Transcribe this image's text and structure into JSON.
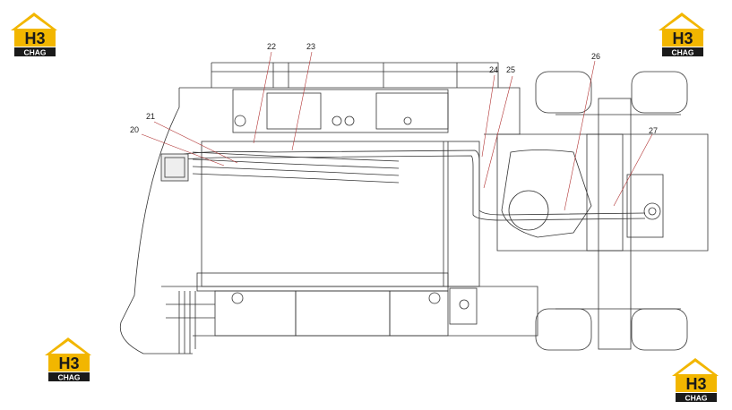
{
  "callouts": [
    {
      "id": "20",
      "label": "20"
    },
    {
      "id": "21",
      "label": "21"
    },
    {
      "id": "22",
      "label": "22"
    },
    {
      "id": "23",
      "label": "23"
    },
    {
      "id": "24",
      "label": "24"
    },
    {
      "id": "25",
      "label": "25"
    },
    {
      "id": "26",
      "label": "26"
    },
    {
      "id": "27",
      "label": "27"
    }
  ],
  "logo": {
    "mark": "H3",
    "wordmark": "CHAG",
    "colors": {
      "accent": "#f2b600",
      "dark": "#1a1a1a",
      "light": "#ffffff"
    }
  },
  "colors": {
    "line": "#333333",
    "leader": "#b03030",
    "fill_light": "#eeeeee"
  }
}
